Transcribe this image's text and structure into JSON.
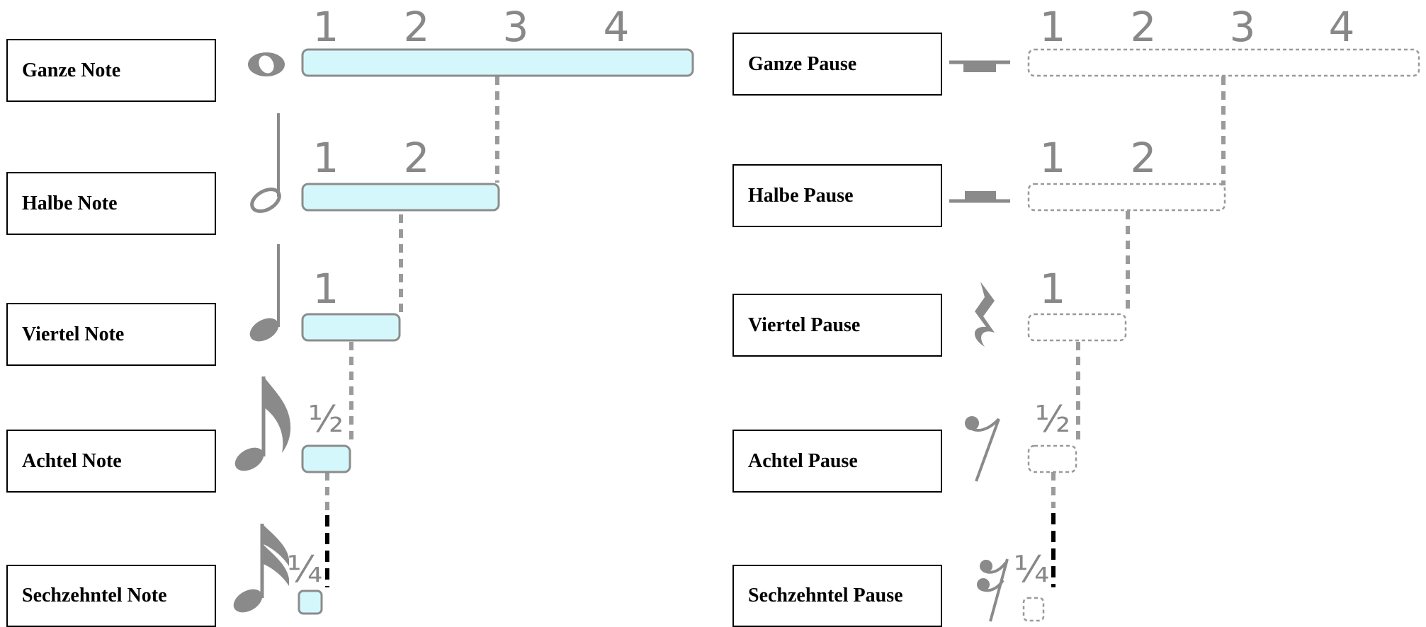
{
  "notes": {
    "beats_whole": [
      "1",
      "2",
      "3",
      "4"
    ],
    "beats_half": [
      "1",
      "2"
    ],
    "beats_quarter": [
      "1"
    ],
    "fraction_eighth": "½",
    "fraction_sixteenth": "¼",
    "items": [
      {
        "label": "Ganze Note",
        "symbol": "whole-note-icon",
        "beats": 4
      },
      {
        "label": "Halbe Note",
        "symbol": "half-note-icon",
        "beats": 2
      },
      {
        "label": "Viertel Note",
        "symbol": "quarter-note-icon",
        "beats": 1
      },
      {
        "label": "Achtel Note",
        "symbol": "eighth-note-icon",
        "beats": 0.5
      },
      {
        "label": "Sechzehntel Note",
        "symbol": "sixteenth-note-icon",
        "beats": 0.25
      }
    ]
  },
  "rests": {
    "beats_whole": [
      "1",
      "2",
      "3",
      "4"
    ],
    "beats_half": [
      "1",
      "2"
    ],
    "beats_quarter": [
      "1"
    ],
    "fraction_eighth": "½",
    "fraction_sixteenth": "¼",
    "items": [
      {
        "label": "Ganze Pause",
        "symbol": "whole-rest-icon",
        "beats": 4
      },
      {
        "label": "Halbe Pause",
        "symbol": "half-rest-icon",
        "beats": 2
      },
      {
        "label": "Viertel Pause",
        "symbol": "quarter-rest-icon",
        "beats": 1
      },
      {
        "label": "Achtel Pause",
        "symbol": "eighth-rest-icon",
        "beats": 0.5
      },
      {
        "label": "Sechzehntel Pause",
        "symbol": "sixteenth-rest-icon",
        "beats": 0.25
      }
    ]
  },
  "colors": {
    "note_fill": "#d4f7fb",
    "bar_stroke": "#8c8c8c",
    "rest_stroke": "#9a9a9a",
    "symbol": "#8a8a8a",
    "connector": "#9a9a9a",
    "connector_dark": "#000000"
  }
}
